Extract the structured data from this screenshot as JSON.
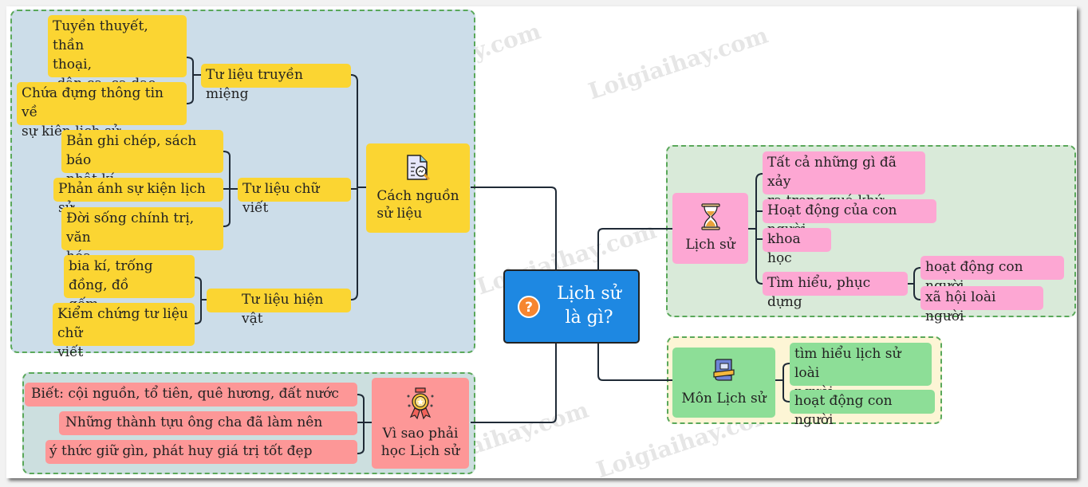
{
  "root": {
    "label_line1": "Lịch sử",
    "label_line2": "là gì?",
    "icon": "question-icon",
    "icon_glyph": "?"
  },
  "branches": {
    "sources": {
      "label_line1": "Cách nguồn",
      "label_line2": "sử liệu",
      "icon": "document-search-icon",
      "children": [
        {
          "label": "Tư liệu truyền miệng",
          "children": [
            {
              "lines": [
                "Tuyền thuyết, thần",
                "thoại,",
                " dân ca, ca dao..."
              ]
            },
            {
              "lines": [
                "Chứa đựng thông tin về",
                "sự kiên lịch sử"
              ]
            }
          ]
        },
        {
          "label": "Tư liệu chữ viết",
          "children": [
            {
              "lines": [
                "Bản ghi chép, sách báo",
                "nhật kí"
              ]
            },
            {
              "lines": [
                "Phản ánh sự kiện lịch sử"
              ]
            },
            {
              "lines": [
                "Đời sống chính trị, văn",
                "hóa"
              ]
            }
          ]
        },
        {
          "label": "Tư liệu hiện vật",
          "children": [
            {
              "lines": [
                "bia kí, trống đồng, đồ",
                "gốm...."
              ]
            },
            {
              "lines": [
                "Kiểm chứng tư liệu chữ",
                "viết"
              ]
            }
          ]
        }
      ]
    },
    "why": {
      "label_line1": "Vì sao phải",
      "label_line2": "học Lịch sử",
      "icon": "medal-icon",
      "children": [
        "Biết: cội nguồn, tổ tiên, quê hương, đất nước",
        "Những thành tựu ông cha đã làm nên",
        "ý thức giữ gìn, phát huy giá trị tốt đẹp"
      ]
    },
    "history": {
      "label": "Lịch sử",
      "icon": "hourglass-icon",
      "children": [
        {
          "lines": [
            "Tất cả những gì đã xảy",
            "ra trong quá khứ"
          ]
        },
        {
          "lines": [
            "Hoạt động của con người"
          ]
        },
        {
          "lines": [
            "khoa học"
          ]
        },
        {
          "lines": [
            "Tìm hiểu, phục dựng"
          ],
          "children": [
            "hoạt động con người",
            "xã hội loài người"
          ]
        }
      ]
    },
    "subject": {
      "label": "Môn Lịch sử",
      "icon": "book-icon",
      "children": [
        {
          "lines": [
            "tìm hiểu lịch sử loài",
            "người"
          ]
        },
        {
          "lines": [
            "hoạt động con người"
          ]
        }
      ]
    }
  },
  "watermark": "Loigiaihay.com",
  "colors": {
    "root": "#1e88e2",
    "sources": "#fbd532",
    "why": "#fd9797",
    "history": "#fda7d3",
    "subject": "#8dde97",
    "group_sources_bg": "#ccdde9",
    "group_why_bg": "#ccdfdf",
    "group_history_bg": "#d9ead9",
    "group_subject_bg": "#fdf5d5",
    "group_border": "#5aa85a",
    "badge": "#f68630"
  }
}
